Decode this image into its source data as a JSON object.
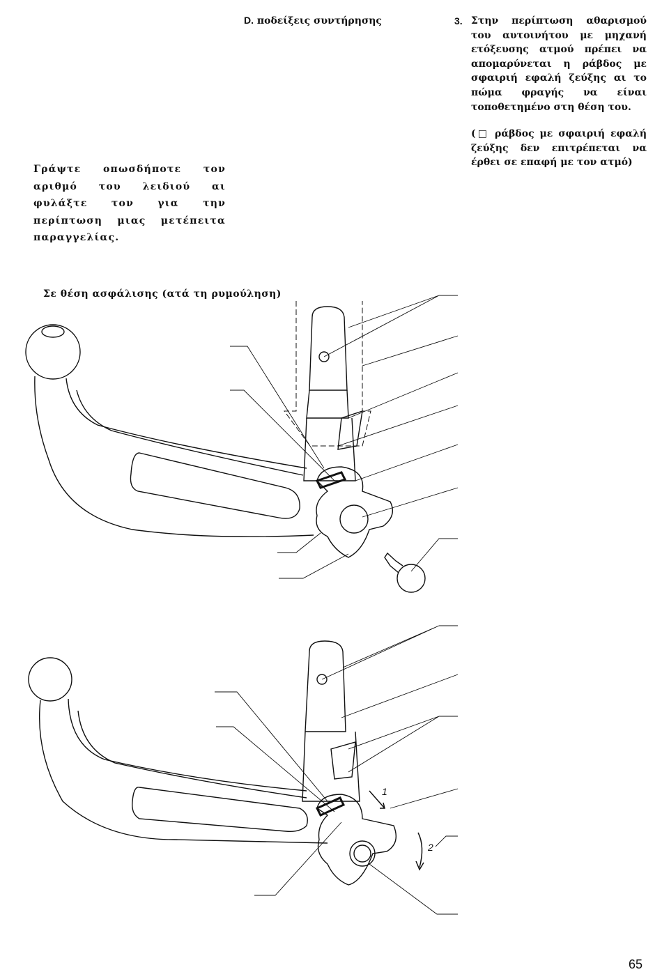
{
  "header": {
    "letter": "D.",
    "title": "ποδείξεις συντήρησης"
  },
  "right_column": {
    "number": "3.",
    "paragraph": "Στην περίπτωση αθαρισμού του αυτοινήτου με μηχανή ετόξευσης ατμού πρέπει να απομαρύνεται η ράβδος με σφαιριή εφαλή ζεύξης αι το πώμα φραγής να είναι τοποθετημένο στη θέση του.",
    "note": "(□ ράβδος με σφαιριή εφαλή ζεύξης δεν επιτρέπεται να έρθει σε επαφή με τον ατμό)"
  },
  "left_note": "Γράψτε οπωσδήποτε τον αριθμό του λειδιού αι φυλάξτε τον για την  περίπτωση μιας μετέπειτα παραγγελίας.",
  "figure_caption": "Σε θέση ασφάλισης (ατά τη ρυμούληση)",
  "figure2_arrows": {
    "arrow1": "1",
    "arrow2": "2"
  },
  "page_number": "65"
}
